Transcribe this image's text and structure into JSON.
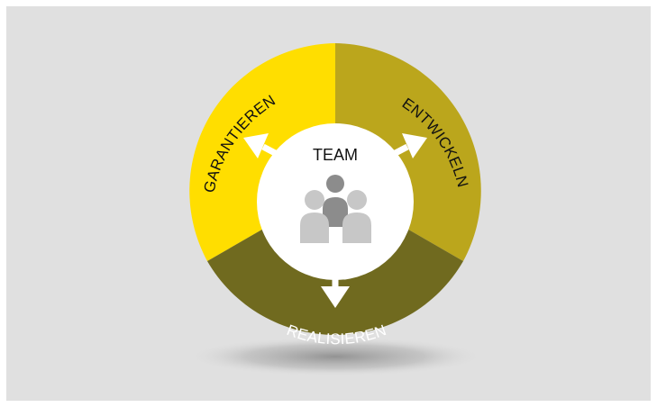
{
  "diagram": {
    "center_title": "TEAM",
    "segments": [
      {
        "id": "garantieren",
        "label": "GARANTIEREN",
        "color": "#ffde00",
        "text_color": "#111111"
      },
      {
        "id": "entwickeln",
        "label": "ENTWICKELN",
        "color": "#bba61c",
        "text_color": "#111111"
      },
      {
        "id": "realisieren",
        "label": "REALISIEREN",
        "color": "#706a1f",
        "text_color": "#ffffff"
      }
    ],
    "center_icon": "team-people-icon",
    "background_color": "#e0e0e0",
    "center_color": "#ffffff",
    "arrow_color": "#ffffff"
  }
}
